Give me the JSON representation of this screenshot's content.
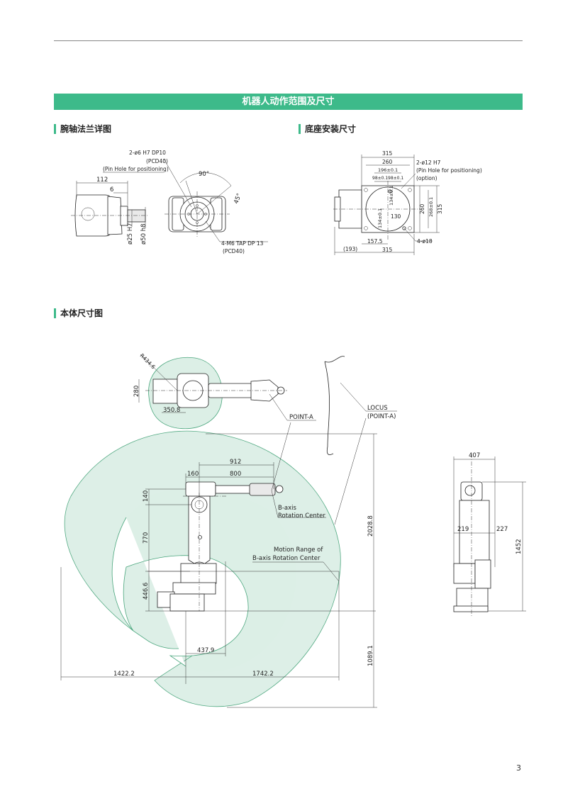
{
  "header": {
    "title": "机器人动作范围及尺寸"
  },
  "sections": {
    "flange": "腕轴法兰详图",
    "base": "底座安装尺寸",
    "body": "本体尺寸图"
  },
  "page_number": "3",
  "flange_drawing": {
    "pin_hole": "2-ø6 H7 DP10",
    "pin_pcd": "(PCD40)",
    "pin_note": "(Pin Hole for positioning)",
    "dim_112": "112",
    "dim_6": "6",
    "angle_90": "90°",
    "angle_45": "45°",
    "dia_25": "ø25 H7",
    "dia_50": "ø50 h8",
    "tap": "4-M6 TAP DP 13",
    "tap_pcd": "(PCD40)"
  },
  "base_drawing": {
    "dim_315_top": "315",
    "dim_260_top": "260",
    "dim_196": "196±0.1",
    "dim_98a": "98±0.1",
    "dim_98b": "98±0.1",
    "pin_hole": "2-ø12 H7",
    "pin_note": "(Pin Hole for positioning)",
    "option": "(option)",
    "dim_134": "134±0.1",
    "dim_130": "130",
    "dim_260_right": "260",
    "dim_268": "268±0.1",
    "dim_315_right": "315",
    "dim_134_left": "134±0.1",
    "hole": "4-ø18",
    "dim_193": "(193)",
    "dim_157": "157.5",
    "dim_315_bottom": "315"
  },
  "body_drawing": {
    "r434": "R434.6",
    "dim_280": "280",
    "dim_350": "350.8",
    "point_a": "POINT-A",
    "locus": "LOCUS",
    "locus_point": "(POINT-A)",
    "dim_912": "912",
    "dim_160": "160",
    "dim_800": "800",
    "dim_140": "140",
    "dim_770": "770",
    "dim_446": "446.6",
    "b_axis": "B-axis",
    "rot_center": "Rotation Center",
    "motion_range": "Motion Range of",
    "b_axis_rot_center": "B-axis Rotation Center",
    "dim_2028": "2028.8",
    "dim_437": "437.9",
    "dim_1089": "1089.1",
    "dim_1422": "1422.2",
    "dim_1742": "1742.2",
    "dim_407": "407",
    "dim_219": "219",
    "dim_227": "227",
    "dim_1452": "1452"
  },
  "colors": {
    "accent": "#3dba8a",
    "range_fill": "#dcefe6",
    "range_stroke": "#4aa67d"
  }
}
